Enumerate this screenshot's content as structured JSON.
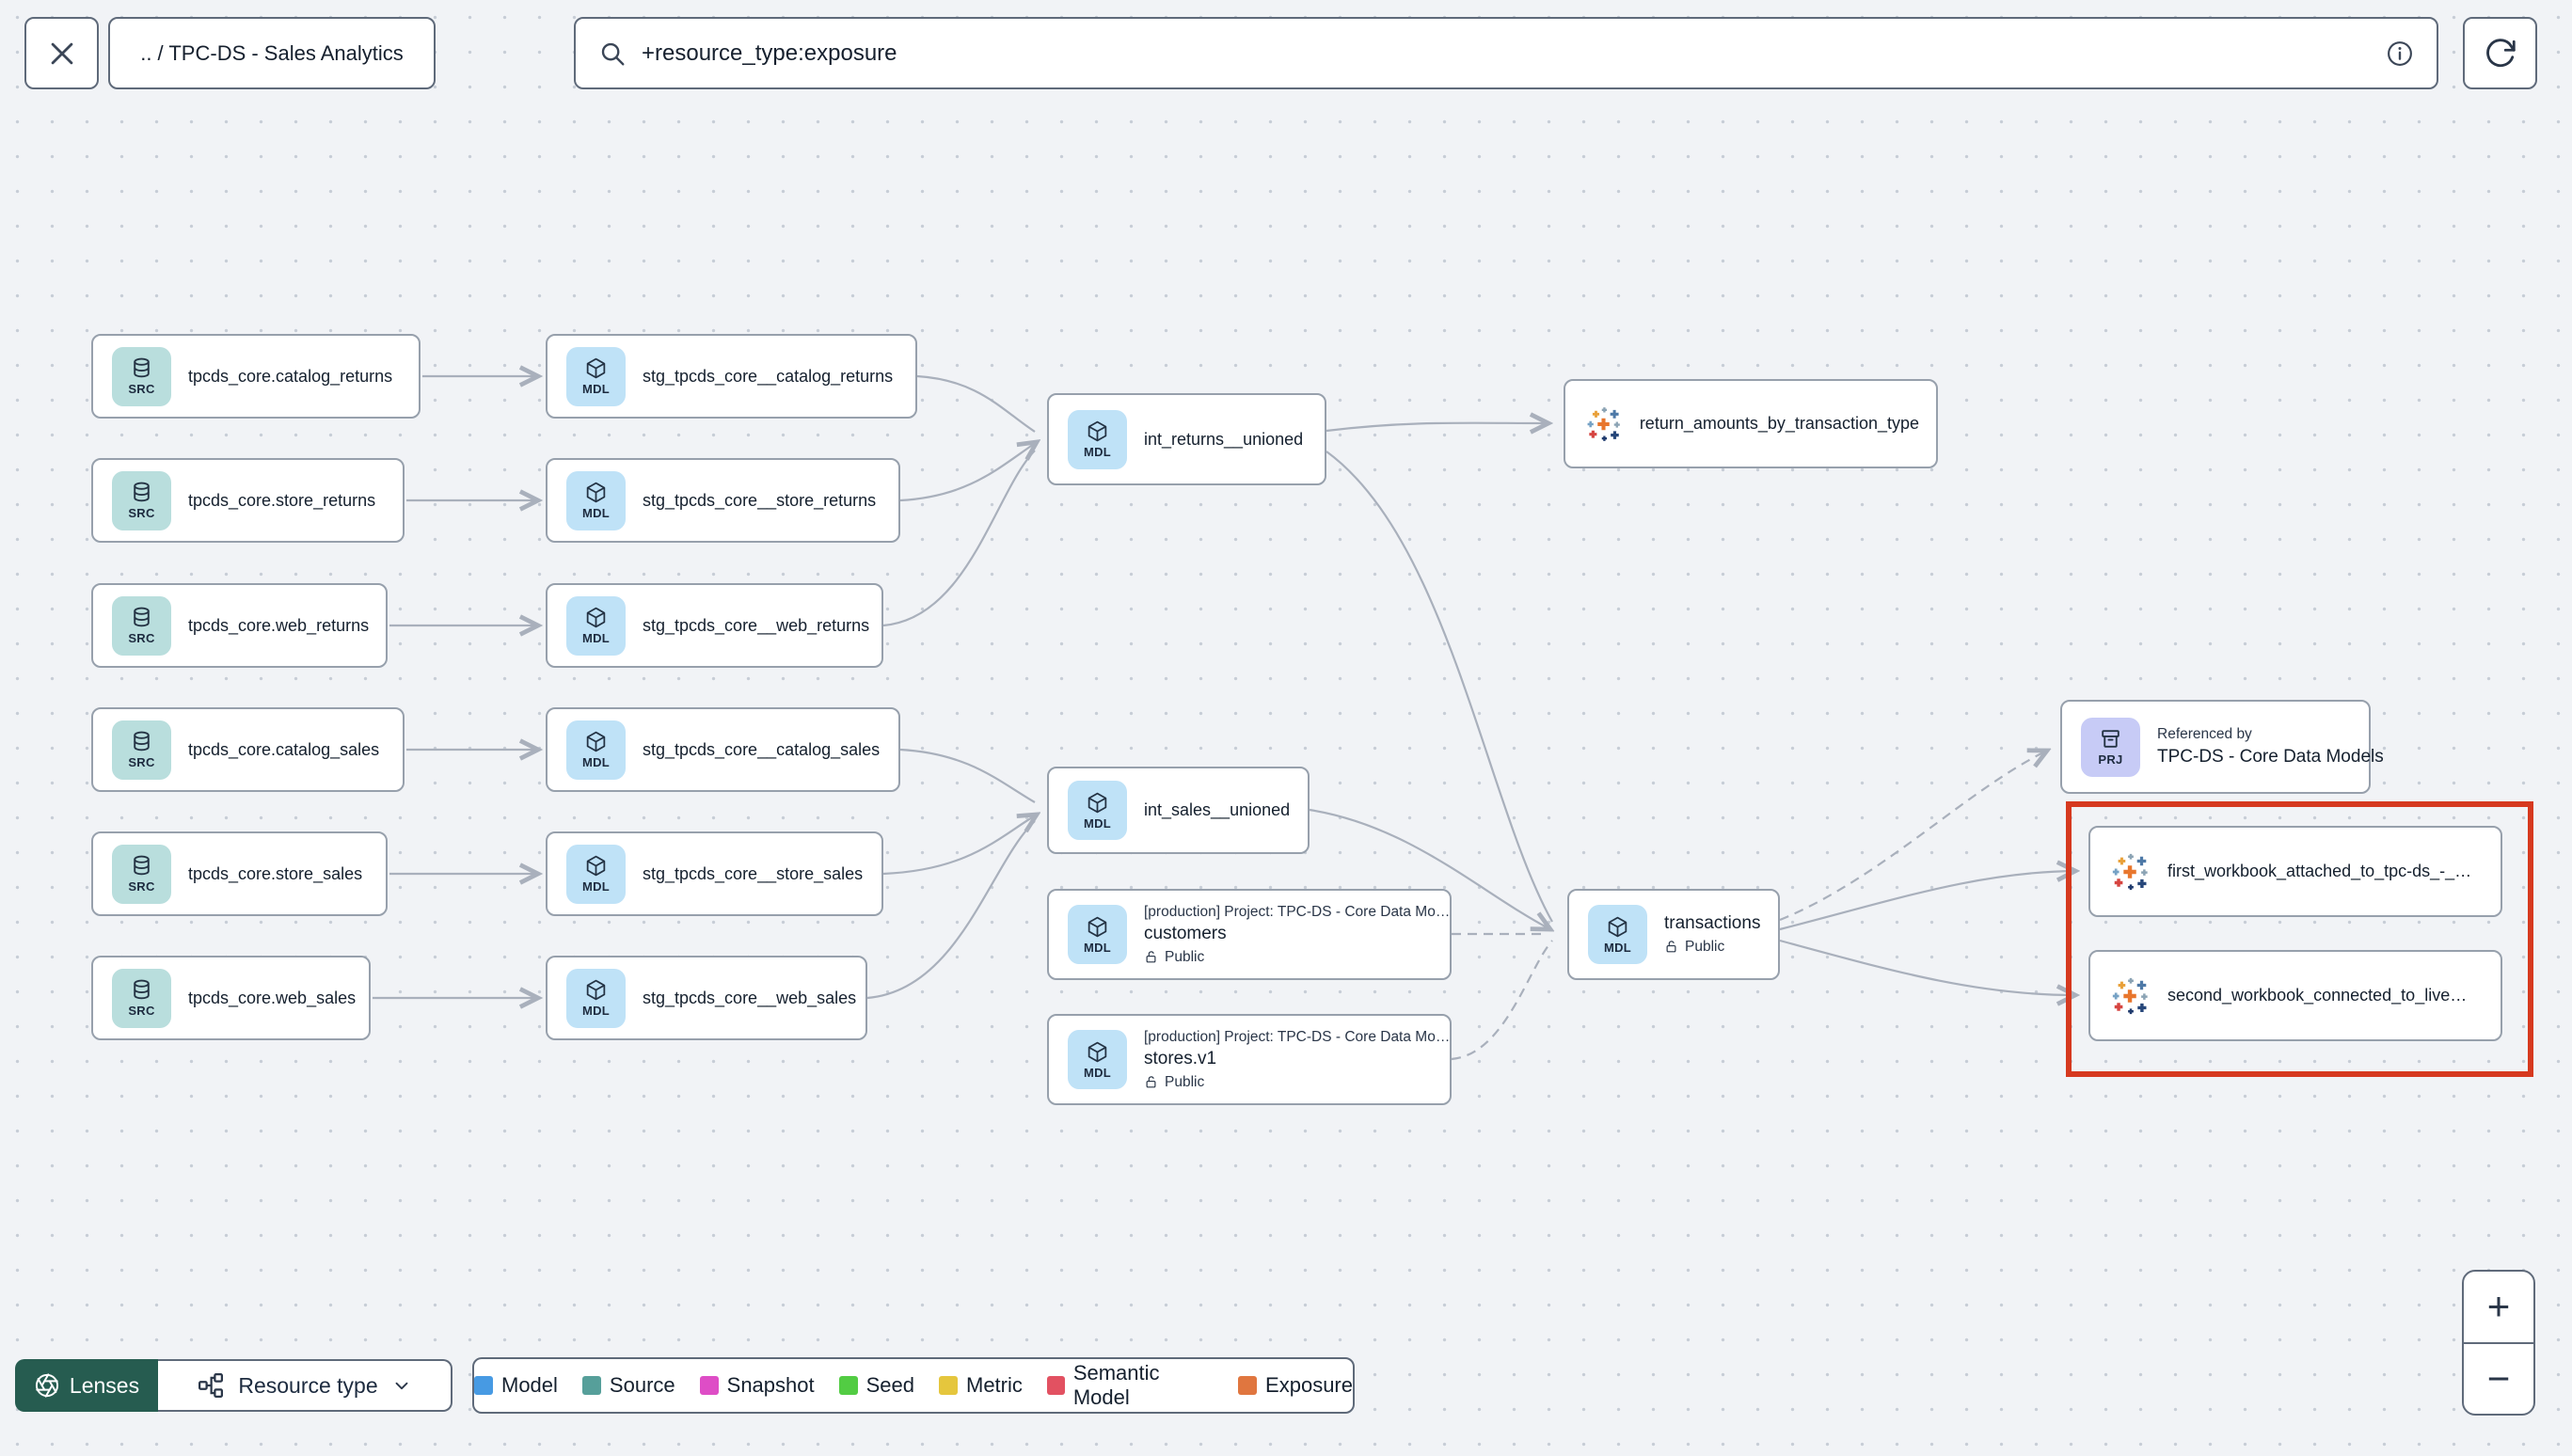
{
  "toolbar": {
    "breadcrumb": ".. / TPC-DS - Sales Analytics",
    "search_value": "+resource_type:exposure"
  },
  "badges": {
    "source": "SRC",
    "model": "MDL",
    "project": "PRJ"
  },
  "graph": {
    "sources": [
      {
        "label": "tpcds_core.catalog_returns"
      },
      {
        "label": "tpcds_core.store_returns"
      },
      {
        "label": "tpcds_core.web_returns"
      },
      {
        "label": "tpcds_core.catalog_sales"
      },
      {
        "label": "tpcds_core.store_sales"
      },
      {
        "label": "tpcds_core.web_sales"
      }
    ],
    "staging": [
      {
        "label": "stg_tpcds_core__catalog_returns"
      },
      {
        "label": "stg_tpcds_core__store_returns"
      },
      {
        "label": "stg_tpcds_core__web_returns"
      },
      {
        "label": "stg_tpcds_core__catalog_sales"
      },
      {
        "label": "stg_tpcds_core__store_sales"
      },
      {
        "label": "stg_tpcds_core__web_sales"
      }
    ],
    "intermediate": {
      "returns": {
        "label": "int_returns__unioned"
      },
      "sales": {
        "label": "int_sales__unioned"
      }
    },
    "cross_project": {
      "customers": {
        "context": "[production] Project: TPC-DS - Core Data Mo…",
        "label": "customers",
        "access": "Public"
      },
      "stores": {
        "context": "[production] Project: TPC-DS - Core Data Mo…",
        "label": "stores.v1",
        "access": "Public"
      }
    },
    "transactions": {
      "label": "transactions",
      "access": "Public"
    },
    "exposures": {
      "return_amounts": {
        "label": "return_amounts_by_transaction_type"
      },
      "workbook1": {
        "label": "first_workbook_attached_to_tpc-ds_-_…"
      },
      "workbook2": {
        "label": "second_workbook_connected_to_live…"
      }
    },
    "referenced_by": {
      "title": "Referenced by",
      "label": "TPC-DS - Core Data Models"
    }
  },
  "footer": {
    "lenses_label": "Lenses",
    "resource_type_label": "Resource type",
    "legend": [
      {
        "label": "Model",
        "color": "#479ae3"
      },
      {
        "label": "Source",
        "color": "#569f9a"
      },
      {
        "label": "Snapshot",
        "color": "#de4dc6"
      },
      {
        "label": "Seed",
        "color": "#52cc43"
      },
      {
        "label": "Metric",
        "color": "#e5c63d"
      },
      {
        "label": "Semantic Model",
        "color": "#e25161"
      },
      {
        "label": "Exposure",
        "color": "#e0763f"
      }
    ]
  },
  "zoom_controls": {
    "zoom_in": "+",
    "zoom_out": "−"
  },
  "colors": {
    "highlight": "#d6391f",
    "source_chip": "#b9dedd",
    "model_chip": "#bfe2f7",
    "project_chip": "#c7cbf6"
  }
}
